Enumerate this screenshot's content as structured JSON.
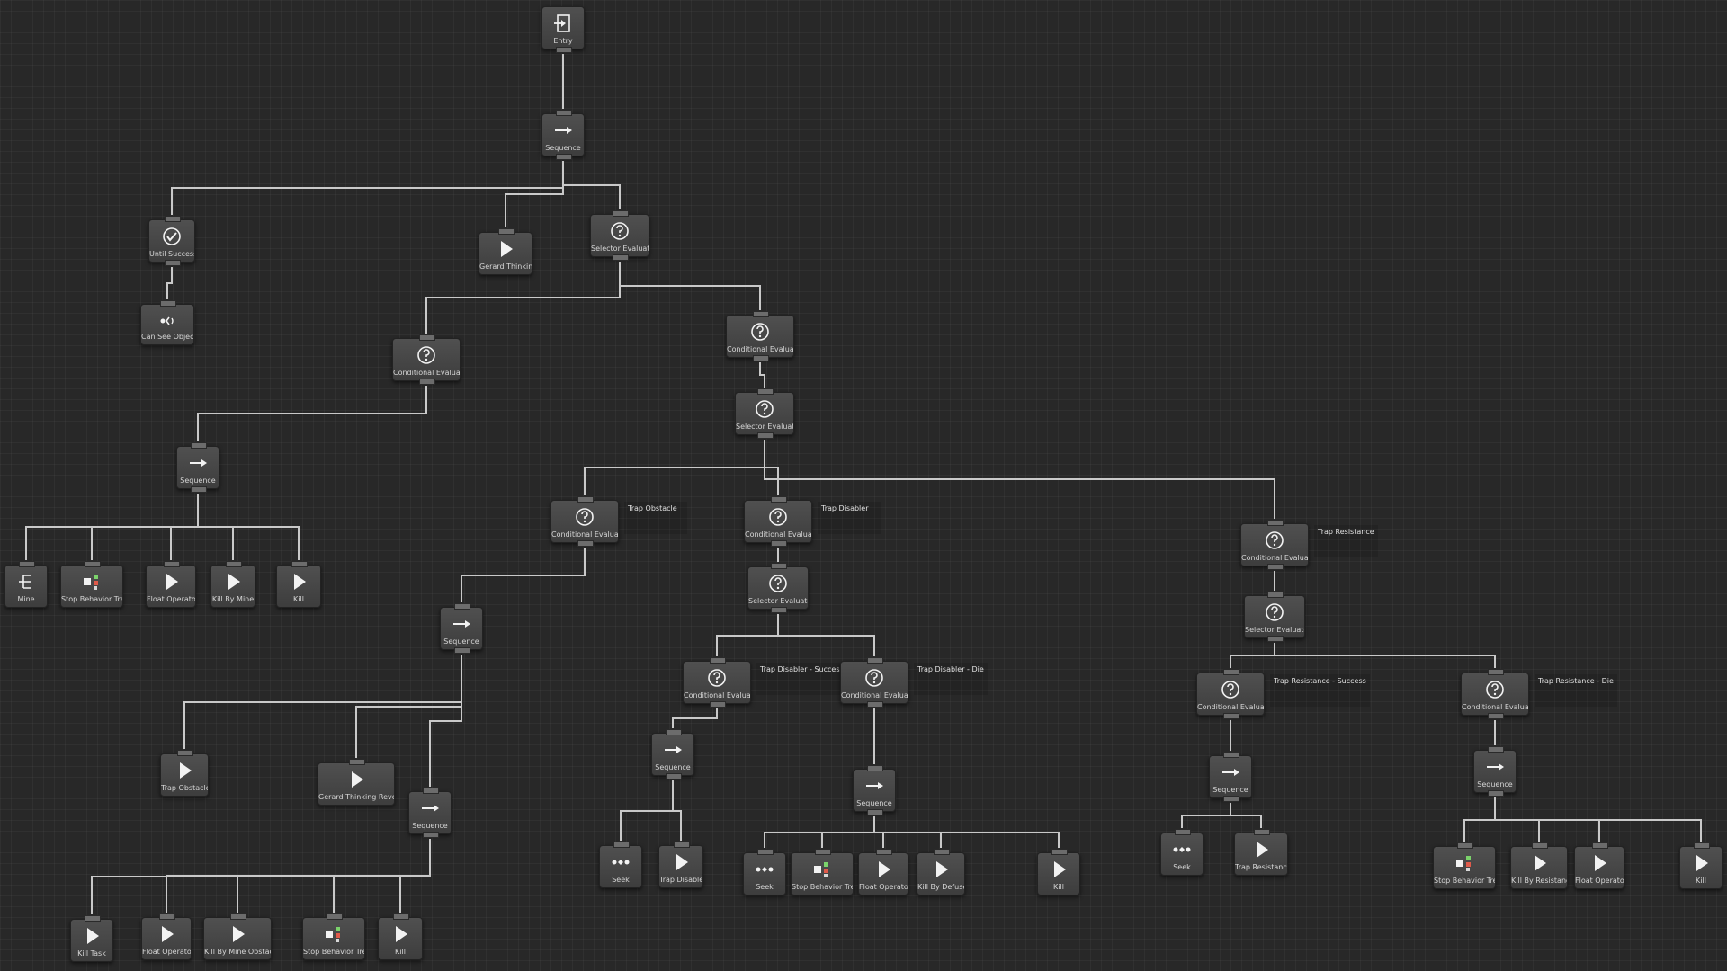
{
  "nodes": {
    "entry": {
      "label": "Entry",
      "icon": "entry-icon"
    },
    "seq_root": {
      "label": "Sequence",
      "icon": "sequence-icon"
    },
    "until_success": {
      "label": "Until Success",
      "icon": "until-success-icon"
    },
    "can_see": {
      "label": "Can See Object",
      "icon": "eye-icon"
    },
    "gerard_thinking": {
      "label": "Gerard Thinking",
      "icon": "play-icon"
    },
    "sel_eval_1": {
      "label": "Selector Evaluator",
      "icon": "selector-evaluator-icon"
    },
    "cond_left": {
      "label": "Conditional Evaluator",
      "icon": "conditional-evaluator-icon"
    },
    "cond_right": {
      "label": "Conditional Evaluator",
      "icon": "conditional-evaluator-icon"
    },
    "seq_mine": {
      "label": "Sequence",
      "icon": "sequence-icon"
    },
    "mine": {
      "label": "Mine",
      "icon": "parallel-icon"
    },
    "stop_bt_1": {
      "label": "Stop Behavior Tree",
      "icon": "stop-behavior-tree-icon"
    },
    "float_op_1": {
      "label": "Float Operator",
      "icon": "play-icon"
    },
    "kill_by_mine": {
      "label": "Kill By Mine",
      "icon": "play-icon"
    },
    "kill_1": {
      "label": "Kill",
      "icon": "play-icon"
    },
    "sel_eval_2": {
      "label": "Selector Evaluator",
      "icon": "selector-evaluator-icon"
    },
    "cond_obstacle": {
      "label": "Conditional Evaluator",
      "icon": "conditional-evaluator-icon",
      "comment": "Trap Obstacle"
    },
    "cond_disabler": {
      "label": "Conditional Evaluator",
      "icon": "conditional-evaluator-icon",
      "comment": "Trap Disabler"
    },
    "cond_resistance": {
      "label": "Conditional Evaluator",
      "icon": "conditional-evaluator-icon",
      "comment": "Trap Resistance"
    },
    "seq_obstacle": {
      "label": "Sequence",
      "icon": "sequence-icon"
    },
    "trap_obstacle": {
      "label": "Trap Obstacle",
      "icon": "play-icon"
    },
    "gerard_rev": {
      "label": "Gerard Thinking Reverse",
      "icon": "play-icon"
    },
    "seq_obstacle_2": {
      "label": "Sequence",
      "icon": "sequence-icon"
    },
    "kill_task": {
      "label": "Kill Task",
      "icon": "play-icon"
    },
    "float_op_2": {
      "label": "Float Operator",
      "icon": "play-icon"
    },
    "kill_by_mine_obst": {
      "label": "Kill By Mine Obstacle",
      "icon": "play-icon"
    },
    "stop_bt_2": {
      "label": "Stop Behavior Tree",
      "icon": "stop-behavior-tree-icon"
    },
    "kill_2": {
      "label": "Kill",
      "icon": "play-icon"
    },
    "sel_eval_dis": {
      "label": "Selector Evaluator",
      "icon": "selector-evaluator-icon"
    },
    "cond_dis_success": {
      "label": "Conditional Evaluator",
      "icon": "conditional-evaluator-icon",
      "comment": "Trap Disabler - Success"
    },
    "cond_dis_die": {
      "label": "Conditional Evaluator",
      "icon": "conditional-evaluator-icon",
      "comment": "Trap Disabler - Die"
    },
    "seq_dis_success": {
      "label": "Sequence",
      "icon": "sequence-icon"
    },
    "seek_1": {
      "label": "Seek",
      "icon": "seek-icon"
    },
    "trap_disabler": {
      "label": "Trap Disabler",
      "icon": "play-icon"
    },
    "seq_dis_die": {
      "label": "Sequence",
      "icon": "sequence-icon"
    },
    "seek_2": {
      "label": "Seek",
      "icon": "seek-icon"
    },
    "stop_bt_3": {
      "label": "Stop Behavior Tree",
      "icon": "stop-behavior-tree-icon"
    },
    "float_op_3": {
      "label": "Float Operator",
      "icon": "play-icon"
    },
    "kill_by_defuse": {
      "label": "Kill By Defuse",
      "icon": "play-icon"
    },
    "kill_3": {
      "label": "Kill",
      "icon": "play-icon"
    },
    "sel_eval_res": {
      "label": "Selector Evaluator",
      "icon": "selector-evaluator-icon"
    },
    "cond_res_success": {
      "label": "Conditional Evaluator",
      "icon": "conditional-evaluator-icon",
      "comment": "Trap Resistance - Success"
    },
    "cond_res_die": {
      "label": "Conditional Evaluator",
      "icon": "conditional-evaluator-icon",
      "comment": "Trap Resistance - Die"
    },
    "seq_res_success": {
      "label": "Sequence",
      "icon": "sequence-icon"
    },
    "seek_3": {
      "label": "Seek",
      "icon": "seek-icon"
    },
    "trap_resistance": {
      "label": "Trap Resistance",
      "icon": "play-icon"
    },
    "seq_res_die": {
      "label": "Sequence",
      "icon": "sequence-icon"
    },
    "stop_bt_4": {
      "label": "Stop Behavior Tree",
      "icon": "stop-behavior-tree-icon"
    },
    "kill_by_resistance": {
      "label": "Kill By Resistance",
      "icon": "play-icon"
    },
    "float_op_4": {
      "label": "Float Operator",
      "icon": "play-icon"
    },
    "kill_4": {
      "label": "Kill",
      "icon": "play-icon"
    }
  },
  "edges": [
    [
      "entry",
      "seq_root"
    ],
    [
      "seq_root",
      "until_success"
    ],
    [
      "seq_root",
      "gerard_thinking"
    ],
    [
      "seq_root",
      "sel_eval_1"
    ],
    [
      "until_success",
      "can_see"
    ],
    [
      "sel_eval_1",
      "cond_left"
    ],
    [
      "sel_eval_1",
      "cond_right"
    ],
    [
      "cond_left",
      "seq_mine"
    ],
    [
      "seq_mine",
      "mine"
    ],
    [
      "seq_mine",
      "stop_bt_1"
    ],
    [
      "seq_mine",
      "float_op_1"
    ],
    [
      "seq_mine",
      "kill_by_mine"
    ],
    [
      "seq_mine",
      "kill_1"
    ],
    [
      "cond_right",
      "sel_eval_2"
    ],
    [
      "sel_eval_2",
      "cond_obstacle"
    ],
    [
      "sel_eval_2",
      "cond_disabler"
    ],
    [
      "sel_eval_2",
      "cond_resistance"
    ],
    [
      "cond_obstacle",
      "seq_obstacle"
    ],
    [
      "seq_obstacle",
      "trap_obstacle"
    ],
    [
      "seq_obstacle",
      "gerard_rev"
    ],
    [
      "seq_obstacle",
      "seq_obstacle_2"
    ],
    [
      "seq_obstacle_2",
      "kill_task"
    ],
    [
      "seq_obstacle_2",
      "float_op_2"
    ],
    [
      "seq_obstacle_2",
      "kill_by_mine_obst"
    ],
    [
      "seq_obstacle_2",
      "stop_bt_2"
    ],
    [
      "seq_obstacle_2",
      "kill_2"
    ],
    [
      "cond_disabler",
      "sel_eval_dis"
    ],
    [
      "sel_eval_dis",
      "cond_dis_success"
    ],
    [
      "sel_eval_dis",
      "cond_dis_die"
    ],
    [
      "cond_dis_success",
      "seq_dis_success"
    ],
    [
      "seq_dis_success",
      "seek_1"
    ],
    [
      "seq_dis_success",
      "trap_disabler"
    ],
    [
      "cond_dis_die",
      "seq_dis_die"
    ],
    [
      "seq_dis_die",
      "seek_2"
    ],
    [
      "seq_dis_die",
      "stop_bt_3"
    ],
    [
      "seq_dis_die",
      "float_op_3"
    ],
    [
      "seq_dis_die",
      "kill_by_defuse"
    ],
    [
      "seq_dis_die",
      "kill_3"
    ],
    [
      "cond_resistance",
      "sel_eval_res"
    ],
    [
      "sel_eval_res",
      "cond_res_success"
    ],
    [
      "sel_eval_res",
      "cond_res_die"
    ],
    [
      "cond_res_success",
      "seq_res_success"
    ],
    [
      "seq_res_success",
      "seek_3"
    ],
    [
      "seq_res_success",
      "trap_resistance"
    ],
    [
      "cond_res_die",
      "seq_res_die"
    ],
    [
      "seq_res_die",
      "stop_bt_4"
    ],
    [
      "seq_res_die",
      "kill_by_resistance"
    ],
    [
      "seq_res_die",
      "float_op_4"
    ],
    [
      "seq_res_die",
      "kill_4"
    ]
  ],
  "colors": {
    "background": "#282828",
    "node": "#4a4a4a",
    "edge": "#c9c9c9",
    "label": "#d6d6d6"
  }
}
